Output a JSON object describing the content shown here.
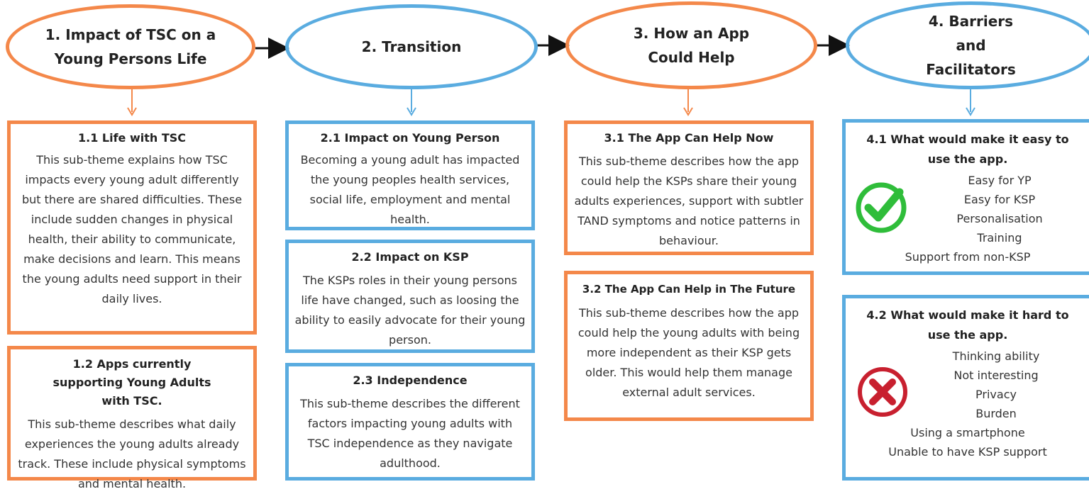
{
  "themes": [
    {
      "title": "1. Impact of TSC on a Young Persons Life",
      "color": "#f4884a"
    },
    {
      "title": "2. Transition",
      "color": "#5aace0"
    },
    {
      "title": "3. How an App Could Help",
      "color": "#f4884a"
    },
    {
      "title": "4. Barriers and Facilitators",
      "color": "#5aace0"
    }
  ],
  "subthemes": {
    "s1_1": {
      "title": "1.1 Life with TSC",
      "text": "This sub-theme explains how TSC impacts every young adult differently but there are shared difficulties. These include sudden changes in physical health, their ability to communicate, make decisions and learn. This means the young adults need support in their daily lives."
    },
    "s1_2": {
      "title": "1.2 Apps currently supporting Young Adults with TSC.",
      "text": "This sub-theme describes what daily experiences the young adults already track. These include physical symptoms and mental health."
    },
    "s2_1": {
      "title": "2.1 Impact on Young Person",
      "text": "Becoming a young adult has impacted the young peoples health services, social life, employment and mental health."
    },
    "s2_2": {
      "title": "2.2 Impact on KSP",
      "text": "The KSPs roles in their young persons life have changed, such as loosing the ability to easily advocate for their young person."
    },
    "s2_3": {
      "title": "2.3 Independence",
      "text": "This sub-theme describes the different factors impacting young adults with TSC independence as they navigate adulthood."
    },
    "s3_1": {
      "title": "3.1 The App Can Help Now",
      "text": "This sub-theme describes how the app could help the KSPs share their young adults experiences, support with subtler TAND symptoms and notice patterns in behaviour."
    },
    "s3_2": {
      "title": "3.2 The App Can Help in The Future",
      "text": "This sub-theme describes how the app could help the young adults with being more independent as their KSP gets older. This would help them manage external adult services."
    },
    "s4_1": {
      "title": "4.1 What would make it easy to use the app.",
      "items": [
        "Easy for YP",
        "Easy for KSP",
        "Personalisation",
        "Training",
        "Support from non-KSP"
      ],
      "icon": "check-circle-icon"
    },
    "s4_2": {
      "title": "4.2 What would make it hard to use the app.",
      "items": [
        "Thinking ability",
        "Not interesting",
        "Privacy",
        "Burden",
        "Using a smartphone",
        "Unable to have KSP support"
      ],
      "icon": "x-circle-icon"
    }
  },
  "colors": {
    "orange": "#f4884a",
    "blue": "#5aace0",
    "check": "#2fbd3a",
    "cross": "#c8202f"
  }
}
